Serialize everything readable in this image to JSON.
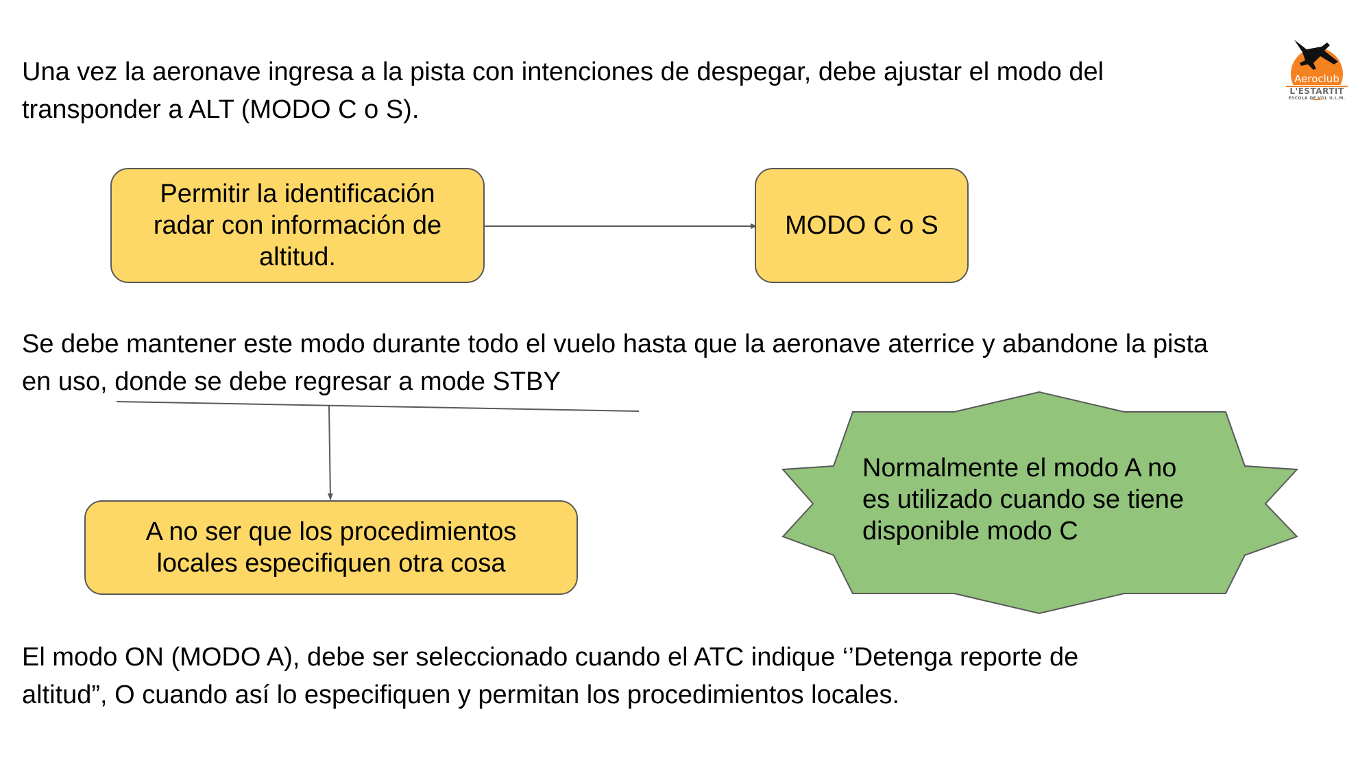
{
  "paragraphs": {
    "intro": [
      "Una vez la aeronave ingresa a la pista con intenciones de despegar, debe ajustar el modo del",
      "transponder a ALT (MODO C o S)."
    ],
    "middle": [
      "Se debe mantener este modo durante todo el vuelo hasta que la aeronave aterrice y abandone la pista",
      "en uso, donde se debe regresar a mode STBY"
    ],
    "closing": [
      "El modo ON (MODO A), debe ser seleccionado cuando el ATC indique ‘’Detenga reporte de",
      "altitud”, O cuando así lo especifiquen y permitan los procedimientos locales."
    ]
  },
  "diagram": {
    "purpose_box": [
      "Permitir la identificación",
      "radar con información de",
      "altitud."
    ],
    "mode_box": "MODO C o S",
    "exception_box": [
      "A no ser que los procedimientos",
      "locales especifiquen otra cosa"
    ],
    "note_burst": [
      "Normalmente el modo A no",
      "es utilizado cuando se tiene",
      "disponible modo C"
    ]
  },
  "logo": {
    "name": "Aeroclub",
    "subtitle": "L'ESTARTIT",
    "tagline": "ESCOLA DE VOL U.L.M."
  },
  "colors": {
    "box_fill": "#FDD867",
    "burst_fill": "#92C47C",
    "outline": "#595959",
    "connector": "#595959",
    "logo_orange": "#F58220"
  }
}
